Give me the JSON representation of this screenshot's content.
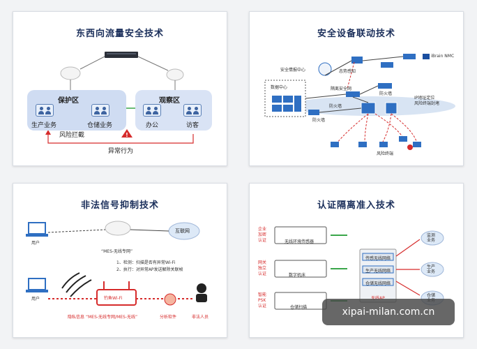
{
  "panels": {
    "p1": {
      "title": "东西向流量安全技术",
      "protect_zone": "保护区",
      "observe_zone": "观察区",
      "production": "生产业务",
      "storage": "仓储业务",
      "risk_block": "风险拦截",
      "office": "办公",
      "visitor": "访客",
      "abnormal": "异常行为"
    },
    "p2": {
      "title": "安全设备联动技术",
      "intel_center": "安全情报中心",
      "situation": "态势感知",
      "nmc": "iBrain NMC",
      "datacenter": "数据中心",
      "security_node": "隔离安全网",
      "firewall1": "防火墙",
      "firewall2": "防火墙",
      "firewall3": "防火墙",
      "isolation": "IP地址定位",
      "risk_block": "风险终端封堵",
      "risk_terminal": "风险终端"
    },
    "p3": {
      "title": "非法信号抑制技术",
      "user1": "用户",
      "internet": "互联网",
      "ssid": "“MES-无线专网”",
      "step1": "1、检测：扫描是否有异常Wi-Fi",
      "step2": "2、执行：对异常AP发送解除关联帧",
      "fake_wifi": "钓鱼Wi-Fi",
      "user2": "用户",
      "privacy": "隐私信息",
      "fake_ssid": "“MES-无线专网/MES-无线”",
      "analysis": "分析软件",
      "attacker": "非法人员"
    },
    "p4": {
      "title": "认证隔离准入技术",
      "auth1": "企业\n加密\n认证",
      "auth2": "网关\n独立\n认证",
      "auth3": "智能\nPSK\n认证",
      "device1": "无线环境传感器",
      "device2": "数字机床",
      "device3": "仓储扫描",
      "ssid1": "传感无线网络",
      "ssid2": "生产无线网络",
      "ssid3": "仓储无线网络",
      "ap": "无线AP",
      "biz1": "监测\n业务",
      "biz2": "生产\n业务",
      "biz3": "仓储\n业务"
    }
  },
  "watermark": "xipai-milan.com.cn",
  "colors": {
    "title": "#1a2e5a",
    "accent_blue": "#2f6fc2",
    "warn_red": "#d62b2b",
    "green": "#3aa64a",
    "zone_blue": "#cfdcf2"
  }
}
